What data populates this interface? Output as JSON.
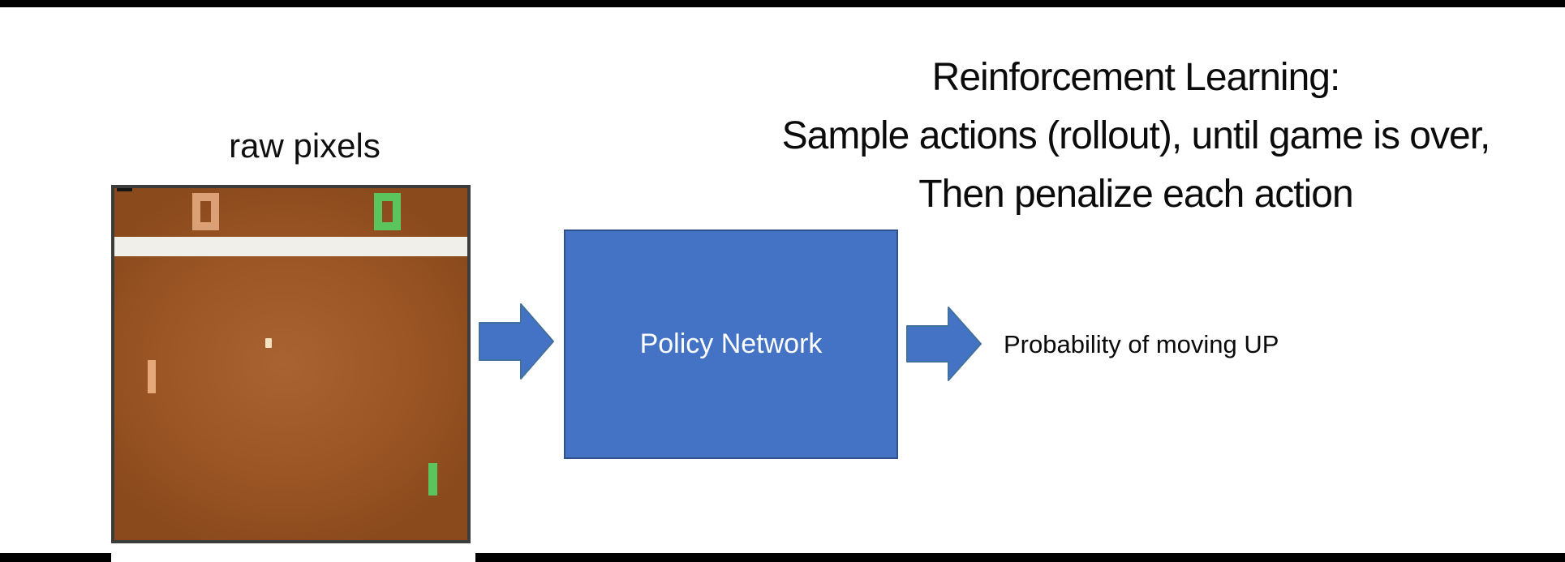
{
  "title": {
    "lines": [
      "Reinforcement Learning:",
      "Sample actions (rollout), until game is over,",
      "Then penalize each action"
    ]
  },
  "game": {
    "caption": "raw pixels",
    "left_score": "0",
    "right_score": "0"
  },
  "policy": {
    "label": "Policy Network"
  },
  "output": {
    "label": "Probability of moving UP"
  },
  "colors": {
    "accent_blue": "#4472C4",
    "arrow_border": "#41719C",
    "box_border": "#2F528F",
    "game_brown": "#9C5626",
    "game_brown_light": "#A96232",
    "game_brown_dark": "#8A4A1C",
    "score_orange": "#DCA077",
    "paddle_orange": "#E5A87B",
    "game_green": "#5CC45C",
    "ball_cream": "#F4E3C0",
    "court_line_white": "#F1EFE9",
    "frame_gray": "#3C3C3C",
    "bar_black": "#000000"
  }
}
